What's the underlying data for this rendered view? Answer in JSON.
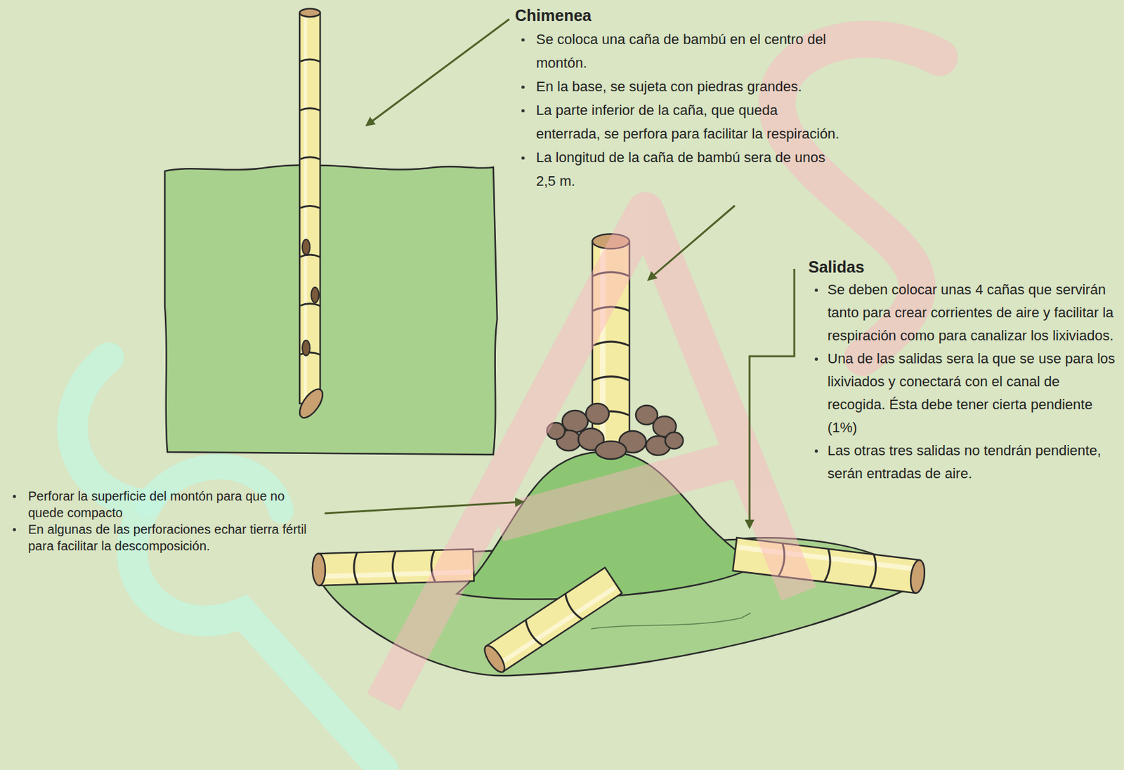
{
  "diagram": {
    "labels": [
      "Chimenea",
      "Se coloca una caña de bambú en el centro del montón.",
      "En la base, se sujeta con piedras grandes.",
      "La parte inferior de la caña, que queda enterrada, se perfora para facilitar la respiración.",
      "La longitud de la caña de bambú sera de unos 2,5 m.",
      "Salidas",
      "Se deben colocar unas 4 cañas que servirán tanto para crear corrientes de aire y facilitar la respiración como para canalizar los lixiviados.",
      "Una de las salidas sera la que se use para los lixiviados y conectará con el canal de recogida. Ésta debe tener cierta pendiente (1%)",
      "Las otras tres salidas no tendrán pendiente, serán entradas de aire.",
      "Perforar la superficie del montón para que no quede compacto",
      "En algunas de las perforaciones echar tierra fértil para facilitar la descomposición."
    ]
  }
}
